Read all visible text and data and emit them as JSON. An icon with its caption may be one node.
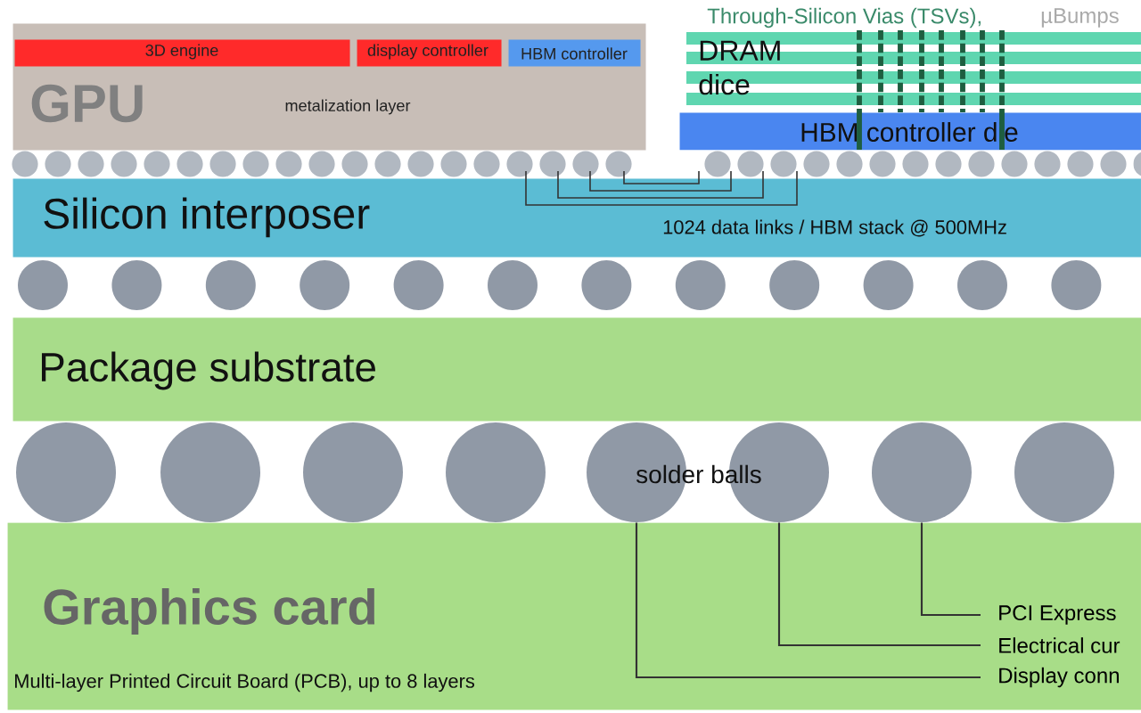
{
  "diagram": {
    "nodes": [
      {
        "text": [
          "GPU",
          "metalization layer"
        ]
      },
      {
        "text": [
          "3D engine"
        ],
        "in": 0
      },
      {
        "text": [
          "display controller"
        ],
        "in": 0
      },
      {
        "text": [
          "HBM controller"
        ],
        "in": 0
      },
      {
        "text": [
          "DRAM dice"
        ]
      },
      {
        "text": [
          "HBM controller die"
        ]
      },
      {
        "text": [
          "Silicon interposer",
          "1024 data links / HBM stack @ 500MHz"
        ]
      },
      {
        "text": [
          "Package substrate"
        ]
      },
      {
        "text": [
          "Graphics card",
          "Multi-layer Printed Circuit Board (PCB), up to 8 layers"
        ]
      },
      {
        "text": [
          "PCI Express"
        ],
        "in": 8
      },
      {
        "text": [
          "Electrical cur"
        ],
        "in": 8
      },
      {
        "text": [
          "Display conn"
        ],
        "in": 8
      },
      {
        "text": [],
        "shape": "circle"
      },
      {
        "text": [],
        "shape": "circle"
      },
      {
        "text": [],
        "shape": "circle"
      },
      {
        "text": [],
        "shape": "circle"
      },
      {
        "text": [],
        "shape": "circle"
      },
      {
        "text": [],
        "shape": "circle"
      },
      {
        "text": [],
        "shape": "circle"
      },
      {
        "text": [],
        "shape": "circle"
      }
    ],
    "edges": [
      {
        "from": 9,
        "to": 18,
        "arrow": "none"
      },
      {
        "from": 10,
        "to": 17,
        "arrow": "none"
      },
      {
        "from": 11,
        "to": 16,
        "arrow": "none"
      }
    ],
    "labels": [
      "Through-Silicon Vias (TSVs),",
      "µBumps",
      "solder balls"
    ]
  }
}
